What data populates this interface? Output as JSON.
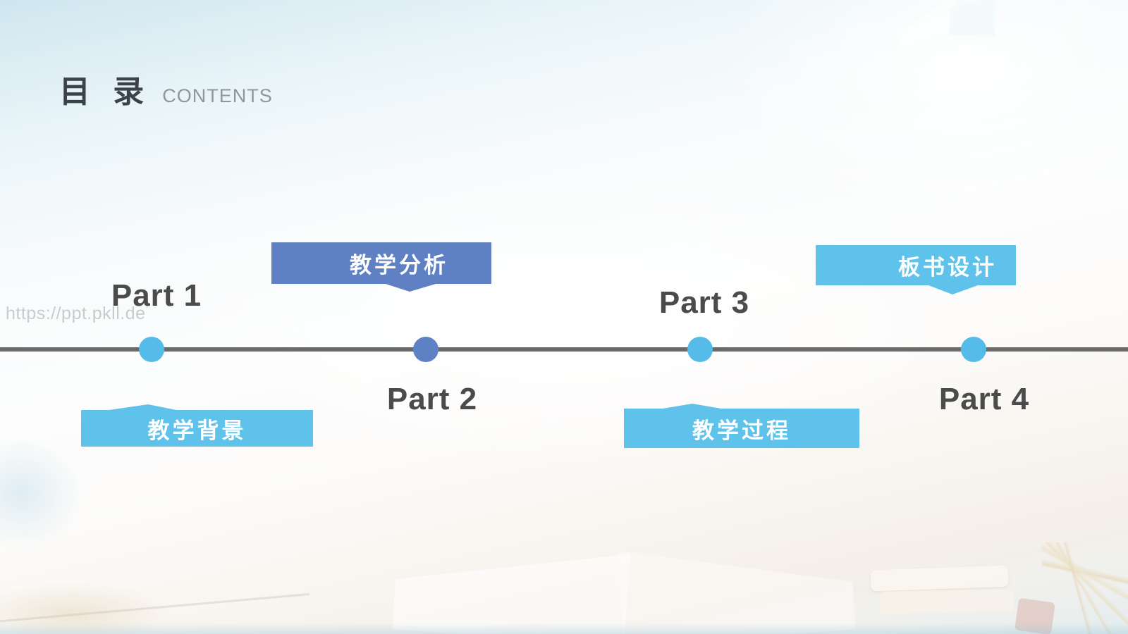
{
  "slide": {
    "title_zh": "目 录",
    "title_en": "CONTENTS",
    "watermark": "https://ppt.pkll.de"
  },
  "colors": {
    "light_blue_accent": "#5EC2EA",
    "medium_blue_accent": "#5F81C3",
    "timeline_line": "#6A6A6A",
    "part_label_text": "#4B4B4B",
    "title_text": "#3C4249",
    "subtitle_text": "#8F979D",
    "banner_text": "#FFFFFF"
  },
  "toc": {
    "parts": [
      {
        "label": "Part 1",
        "topic": "教学背景",
        "topic_position": "below-line",
        "accent": "#5EC2EA"
      },
      {
        "label": "Part 2",
        "topic": "教学分析",
        "topic_position": "above-line",
        "accent": "#5F81C3"
      },
      {
        "label": "Part 3",
        "topic": "教学过程",
        "topic_position": "below-line",
        "accent": "#5EC2EA"
      },
      {
        "label": "Part 4",
        "topic": "板书设计",
        "topic_position": "above-line",
        "accent": "#5EC2EA"
      }
    ]
  }
}
